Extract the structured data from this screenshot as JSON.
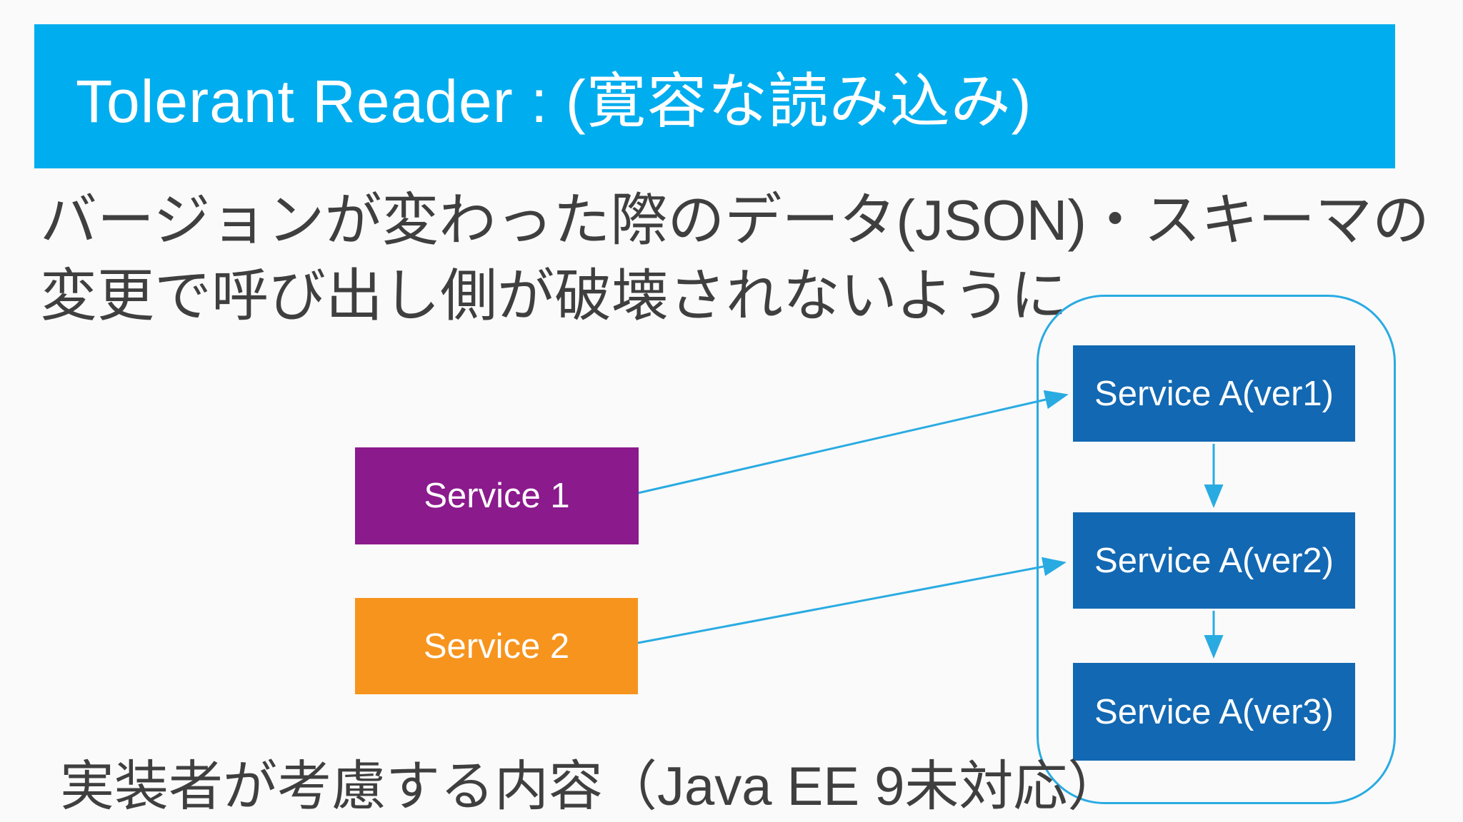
{
  "page": {
    "background": "#fafafa"
  },
  "title_bar": {
    "text": "Tolerant Reader : (寛容な読み込み)",
    "background_color": "#00ADEE",
    "text_color": "#ffffff"
  },
  "description": {
    "line1": "バージョンが変わった際のデータ(JSON)・スキーマの",
    "line2": "変更で呼び出し側が破壊されないように",
    "text_color": "#3f3f3f"
  },
  "diagram": {
    "clients": [
      {
        "label": "Service 1",
        "color": "#8B1A8D"
      },
      {
        "label": "Service 2",
        "color": "#F7941D"
      }
    ],
    "service_group": {
      "border_color": "#29ABE2",
      "versions": [
        {
          "label": "Service A(ver1)",
          "color": "#1268B2"
        },
        {
          "label": "Service A(ver2)",
          "color": "#1268B2"
        },
        {
          "label": "Service A(ver3)",
          "color": "#1268B2"
        }
      ]
    },
    "arrow_color": "#29ABE2",
    "arrows": [
      "Service 1 → Service A(ver1)",
      "Service 2 → Service A(ver2)",
      "Service A(ver1) → Service A(ver2)",
      "Service A(ver2) → Service A(ver3)"
    ]
  },
  "footer": {
    "text": "実装者が考慮する内容（Java EE 9未対応）",
    "text_color": "#3f3f3f"
  }
}
